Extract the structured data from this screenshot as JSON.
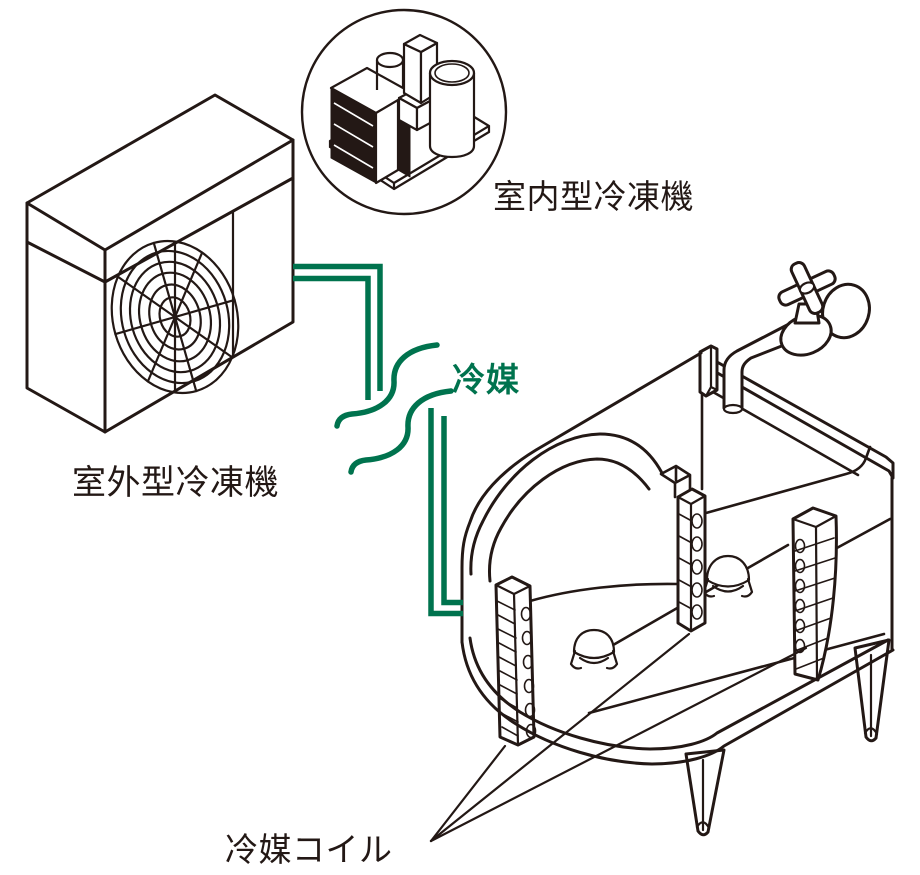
{
  "diagram": {
    "labels": {
      "indoor_unit": "室内型冷凍機",
      "outdoor_unit": "室外型冷凍機",
      "refrigerant": "冷媒",
      "refrigerant_coil": "冷媒コイル"
    },
    "colors": {
      "line": "#231815",
      "pipe_green": "#00734e",
      "background": "#ffffff"
    }
  }
}
